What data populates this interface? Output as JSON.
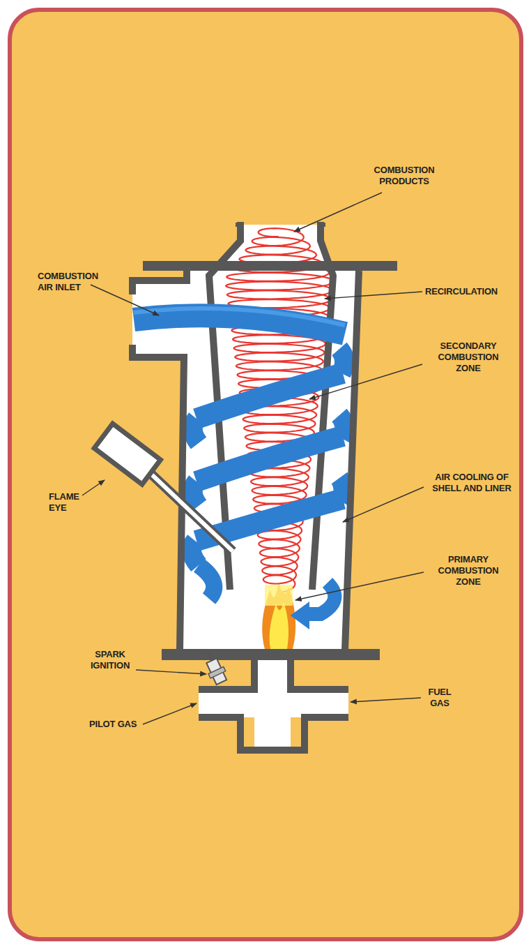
{
  "diagram": {
    "labels": [
      "COMBUSTION PRODUCTS",
      "COMBUSTION AIR INLET",
      "RECIRCULATION",
      "SECONDARY COMBUSTION ZONE",
      "FLAME EYE",
      "AIR COOLING OF SHELL AND LINER",
      "PRIMARY COMBUSTION ZONE",
      "SPARK IGNITION",
      "PILOT GAS",
      "FUEL GAS"
    ]
  }
}
